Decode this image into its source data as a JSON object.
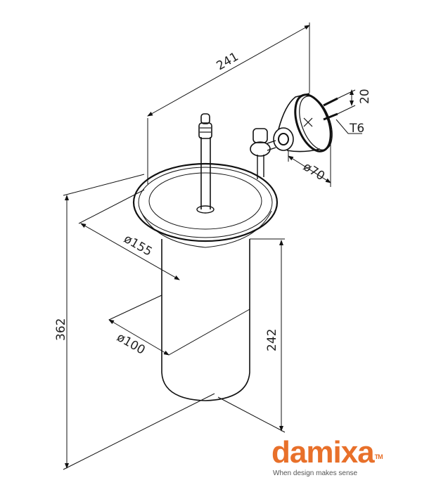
{
  "drawing": {
    "dimensions": {
      "width_total": "241",
      "height_total": "362",
      "bowl_diameter": "ø155",
      "container_diameter": "ø100",
      "container_height": "242",
      "mount_diameter": "ø70",
      "screw_spacing": "20",
      "screw_size": "T6"
    }
  },
  "brand": {
    "name": "damixa",
    "trademark": "TM",
    "tagline": "When design makes sense",
    "color": "#e8702a"
  }
}
